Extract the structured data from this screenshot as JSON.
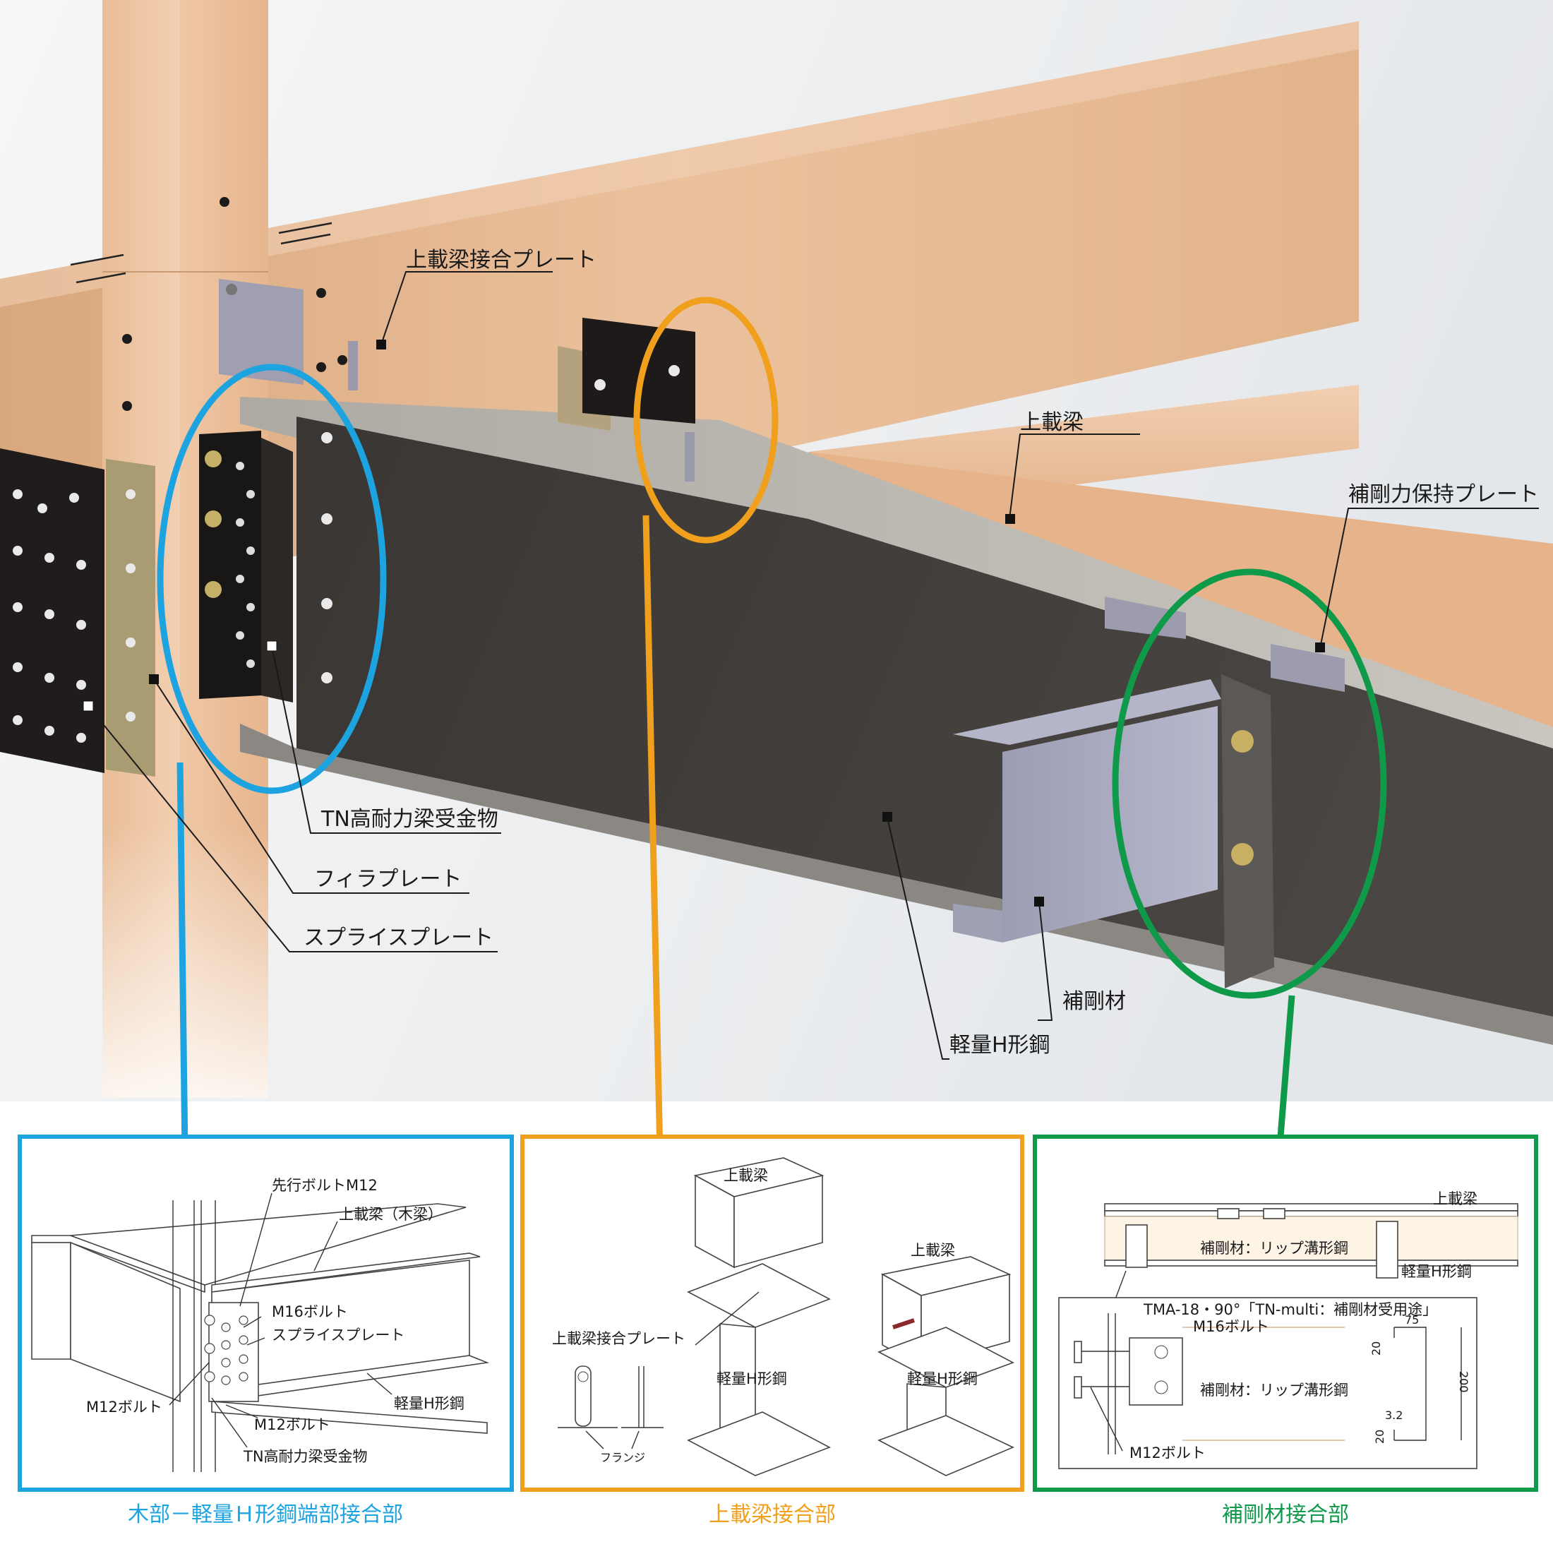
{
  "colors": {
    "blue": "#1ca3e0",
    "orange": "#f0a01c",
    "green": "#0f9a4a",
    "wood": "#e6b78f",
    "steel": "#3f3b38",
    "plate": "#a9a9b8"
  },
  "top": {
    "plate_label": "上載梁接合プレート",
    "beam_label": "上載梁",
    "hold_plate_label": "補剛力保持プレート",
    "receiver_label": "TN高耐力梁受金物",
    "filler_label": "フィラプレート",
    "splice_label": "スプライスプレート",
    "stiffener_label": "補剛材",
    "h_steel_label": "軽量H形鋼"
  },
  "detail1": {
    "caption": "木部－軽量Ｈ形鋼端部接合部",
    "bolt_lead": "先行ボルトM12",
    "beam_wood": "上載梁（木梁）",
    "m16": "M16ボルト",
    "splice": "スプライスプレート",
    "m12_left": "M12ボルト",
    "m12_bottom": "M12ボルト",
    "h_steel": "軽量H形鋼",
    "receiver": "TN高耐力梁受金物"
  },
  "detail2": {
    "caption": "上載梁接合部",
    "beam_a": "上載梁",
    "beam_b": "上載梁",
    "plate": "上載梁接合プレート",
    "h_a": "軽量H形鋼",
    "h_b": "軽量H形鋼",
    "flange": "フランジ"
  },
  "detail3": {
    "caption": "補剛材接合部",
    "beam": "上載梁",
    "stiffener_top": "補剛材：リップ溝形鋼",
    "h_steel": "軽量H形鋼",
    "tma": "TMA-18・90°「TN-multi：補剛材受用途」",
    "m16": "M16ボルト",
    "stiffener_mid": "補剛材：リップ溝形鋼",
    "m12": "M12ボルト",
    "dim_75": "75",
    "dim_20a": "20",
    "dim_200": "200",
    "dim_32": "3.2",
    "dim_20b": "20"
  }
}
